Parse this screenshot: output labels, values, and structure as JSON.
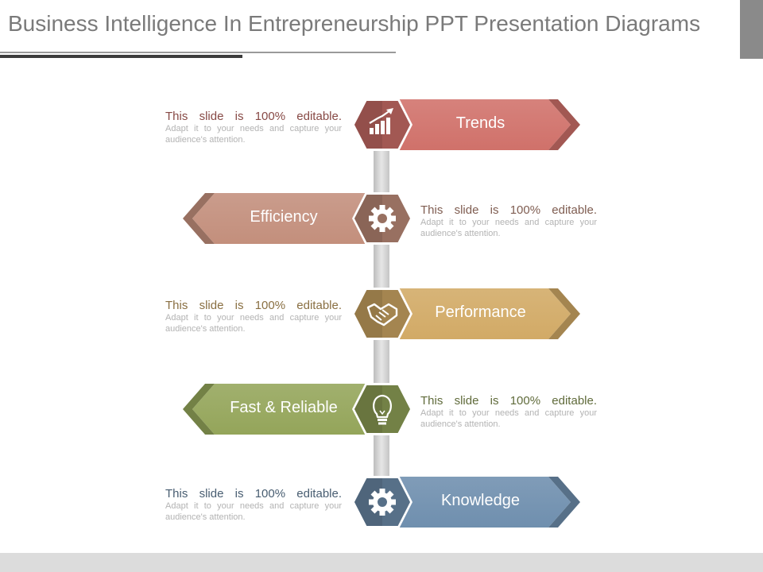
{
  "slide": {
    "title": "Business Intelligence In Entrepreneurship PPT Presentation Diagrams"
  },
  "colors": {
    "trends": "#d0716a",
    "efficiency": "#c38f7c",
    "performance": "#d2aa66",
    "fast_reliable": "#94a55a",
    "knowledge": "#6f8fae"
  },
  "stages": [
    {
      "label": "Trends",
      "icon": "bar-chart-growth-icon",
      "side": "right"
    },
    {
      "label": "Efficiency",
      "icon": "gear-icon",
      "side": "left"
    },
    {
      "label": "Performance",
      "icon": "handshake-icon",
      "side": "right"
    },
    {
      "label": "Fast & Reliable",
      "icon": "lightbulb-icon",
      "side": "left"
    },
    {
      "label": "Knowledge",
      "icon": "gear-icon",
      "side": "right"
    }
  ],
  "descriptions": [
    {
      "heading": "This slide is 100% editable.",
      "body": "Adapt it to your needs and capture your audience's attention."
    },
    {
      "heading": "This slide is 100% editable.",
      "body": "Adapt it to your needs and capture your audience's attention."
    },
    {
      "heading": "This slide is 100% editable.",
      "body": "Adapt it to your needs and capture your audience's attention."
    },
    {
      "heading": "This slide is 100% editable.",
      "body": "Adapt it to your needs and capture your audience's attention."
    },
    {
      "heading": "This slide is 100% editable.",
      "body": "Adapt it to your needs and capture your audience's attention."
    }
  ]
}
